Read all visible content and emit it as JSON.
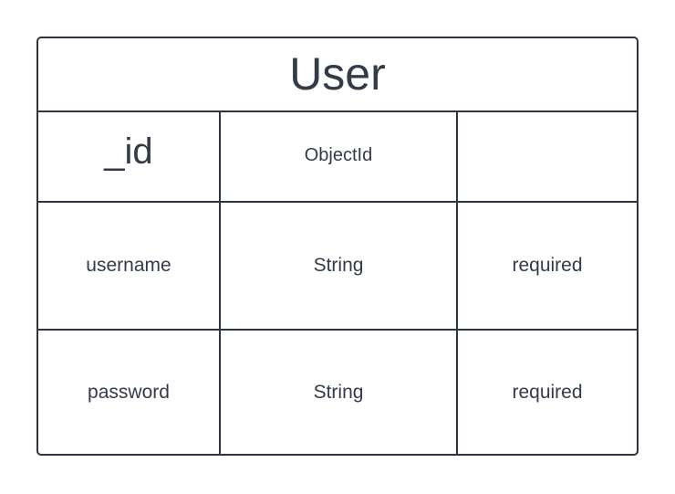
{
  "entity": {
    "title": "User",
    "fields": [
      {
        "name": "_id",
        "type": "ObjectId",
        "constraint": ""
      },
      {
        "name": "username",
        "type": "String",
        "constraint": "required"
      },
      {
        "name": "password",
        "type": "String",
        "constraint": "required"
      }
    ]
  }
}
